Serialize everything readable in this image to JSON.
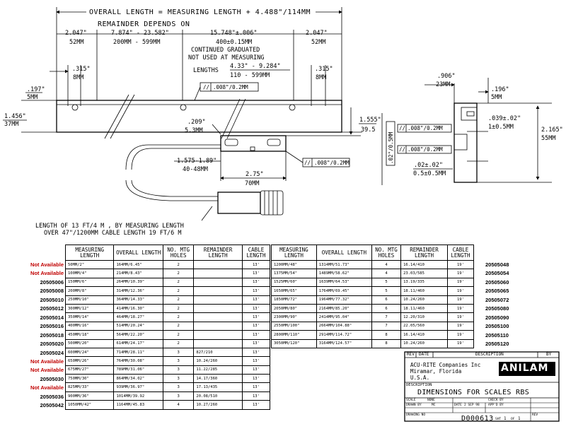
{
  "drawing": {
    "overall_label": "OVERALL LENGTH = MEASURING LENGTH + 4.488\"/114MM",
    "remainder_label": "REMAINDER DEPENDS ON",
    "dim_left_in": "2.047\"",
    "dim_left_mm": "52MM",
    "dim_rem_in": "7.874\" - 23.582\"",
    "dim_rem_mm": "200MM - 599MM",
    "dim_mid_in": "15.748\"±.006\"",
    "dim_mid_mm": "400±0.15MM",
    "continued_1": "CONTINUED GRADUATED",
    "continued_2": "NOT USED AT MEASURING",
    "lengths_label": "LENGTHS",
    "lengths_in": "4.33\" - 9.284\"",
    "lengths_mm": "110 - 599MM",
    "dim_right_in": "2.047\"",
    "dim_right_mm": "52MM",
    "hole_l_in": ".315\"",
    "hole_l_mm": "8MM",
    "hole_r_in": ".315\"",
    "hole_r_mm": "8MM",
    "tol_main": ".008\"/0.2MM",
    "top_in": ".197\"",
    "top_mm": "5MM",
    "height_in": "1.456\"",
    "height_mm": "37MM",
    "gap_in": ".209\"",
    "gap_mm": "5.3MM",
    "rh_in": "1.555\"",
    "rh_mm": "39.5",
    "head_span_in": "1.575-1.89\"",
    "head_span_mm": "40-48MM",
    "head_w_in": "2.75\"",
    "head_w_mm": "70MM",
    "tol_head": ".008\"/0.2MM",
    "cable_1": "LENGTH OF 13 FT/4 M , BY MEASURING LENGTH",
    "cable_2": "OVER 47\"/1200MM CABLE LENGTH 19 FT/6 M",
    "sv_906_in": ".906\"",
    "sv_906_mm": "23MM",
    "sv_196_in": ".196\"",
    "sv_196_mm": "5MM",
    "sv_039_in": ".039±.02\"",
    "sv_039_mm": "1±0.5MM",
    "sv_2165_in": "2.165\"",
    "sv_2165_mm": "55MM",
    "sv_02_in": ".02±.02\"",
    "sv_02_mm": "0.5±0.5MM",
    "sv_vert_tol": ".02\"/0.5MM",
    "sv_tol_1": ".008\"/0.2MM",
    "sv_tol_2": ".008\"/0.2MM"
  },
  "headers": [
    "MEASURING LENGTH",
    "OVERALL LENGTH",
    "NO. MTG HOLES",
    "REMAINDER LENGTH",
    "CABLE LENGTH"
  ],
  "left_rows": [
    [
      "50MM/2\"",
      "164MM/6.45\"",
      "2",
      "",
      "13'"
    ],
    [
      "100MM/4\"",
      "214MM/8.43\"",
      "2",
      "",
      "13'"
    ],
    [
      "150MM/6\"",
      "264MM/10.39\"",
      "2",
      "",
      "13'"
    ],
    [
      "200MM/8\"",
      "314MM/12.36\"",
      "2",
      "",
      "13'"
    ],
    [
      "250MM/10\"",
      "364MM/14.33\"",
      "2",
      "",
      "13'"
    ],
    [
      "300MM/12\"",
      "414MM/16.30\"",
      "2",
      "",
      "13'"
    ],
    [
      "350MM/14\"",
      "464MM/18.27\"",
      "2",
      "",
      "13'"
    ],
    [
      "400MM/16\"",
      "514MM/20.24\"",
      "2",
      "",
      "13'"
    ],
    [
      "450MM/18\"",
      "564MM/22.20\"",
      "2",
      "",
      "13'"
    ],
    [
      "500MM/20\"",
      "614MM/24.17\"",
      "2",
      "",
      "13'"
    ],
    [
      "600MM/24\"",
      "714MM/28.11\"",
      "3",
      "827/210",
      "13'"
    ],
    [
      "650MM/26\"",
      "764MM/30.08\"",
      "3",
      "10.24/260",
      "13'"
    ],
    [
      "675MM/27\"",
      "789MM/31.06\"",
      "3",
      "11.22/285",
      "13'"
    ],
    [
      "750MM/30\"",
      "864MM/34.02\"",
      "3",
      "14.17/360",
      "13'"
    ],
    [
      "825MM/33\"",
      "939MM/36.97\"",
      "3",
      "17.13/435",
      "13'"
    ],
    [
      "900MM/36\"",
      "1014MM/39.92",
      "3",
      "20.08/510",
      "13'"
    ],
    [
      "1050MM/42\"",
      "1164MM/45.83",
      "4",
      "10.27/260",
      "13'"
    ]
  ],
  "right_rows": [
    [
      "1200MM/48\"",
      "1314MM/51.73\"",
      "4",
      "16.14/410",
      "19'"
    ],
    [
      "1375MM/54\"",
      "1489MM/58.62\"",
      "4",
      "23.03/585",
      "19'"
    ],
    [
      "1525MM/60\"",
      "1639MM/64.53\"",
      "5",
      "13.19/335",
      "19'"
    ],
    [
      "1650MM/65\"",
      "1764MM/69.45\"",
      "5",
      "18.11/460",
      "19'"
    ],
    [
      "1850MM/72\"",
      "1964MM/77.32\"",
      "6",
      "10.24/260",
      "19'"
    ],
    [
      "2050MM/80\"",
      "2164MM/85.20\"",
      "6",
      "18.11/460",
      "19'"
    ],
    [
      "2300MM/90\"",
      "2414MM/95.04\"",
      "7",
      "12.20/310",
      "19'"
    ],
    [
      "2550MM/100\"",
      "2664MM/104.88\"",
      "7",
      "22.05/560",
      "19'"
    ],
    [
      "2800MM/110\"",
      "2914MM/114.72\"",
      "8",
      "16.14/410",
      "19'"
    ],
    [
      "3050MM/120\"",
      "3164MM/124.57\"",
      "8",
      "10.24/260",
      "19'"
    ]
  ],
  "left_labels": [
    {
      "text": "Not Available",
      "na": true
    },
    {
      "text": "Not Available",
      "na": true
    },
    {
      "text": "20505006",
      "na": false
    },
    {
      "text": "20505008",
      "na": false
    },
    {
      "text": "20505010",
      "na": false
    },
    {
      "text": "20505012",
      "na": false
    },
    {
      "text": "20505014",
      "na": false
    },
    {
      "text": "20505016",
      "na": false
    },
    {
      "text": "20505018",
      "na": false
    },
    {
      "text": "20505020",
      "na": false
    },
    {
      "text": "20505024",
      "na": false
    },
    {
      "text": "Not Available",
      "na": true
    },
    {
      "text": "Not Available",
      "na": true
    },
    {
      "text": "20505030",
      "na": false
    },
    {
      "text": "Not Available",
      "na": true
    },
    {
      "text": "20505036",
      "na": false
    },
    {
      "text": "20505042",
      "na": false
    }
  ],
  "right_labels": [
    "20505048",
    "20505054",
    "20505060",
    "20505065",
    "20505072",
    "20505080",
    "20505090",
    "20505100",
    "20505110",
    "20505120"
  ],
  "title_block": {
    "rev": "REV",
    "date": "DATE",
    "description": "DESCRIPTION",
    "by": "BY",
    "company": "ACU-RITE Companies Inc",
    "city": "Miramar, Florida",
    "country": "U.S.A.",
    "brand": "ANILAM",
    "desc_label": "DESCRIPTION",
    "title": "DIMENSIONS FOR SCALES RBS",
    "scale_label": "SCALE",
    "scale_value": "NONE",
    "drawn_label": "DRAWN BY",
    "drawn_value": "MC",
    "date_label": "DATE",
    "date_value": "2 SEP 98",
    "check_label": "CHECK BY",
    "approved_label": "APP'D BY",
    "drawing_no_label": "DRAWING NO",
    "drawing_no": "D000613",
    "sheet_label": "SHT",
    "sheet_value": "1",
    "of_label": "OF",
    "of_value": "1",
    "rev_label": "REV"
  }
}
